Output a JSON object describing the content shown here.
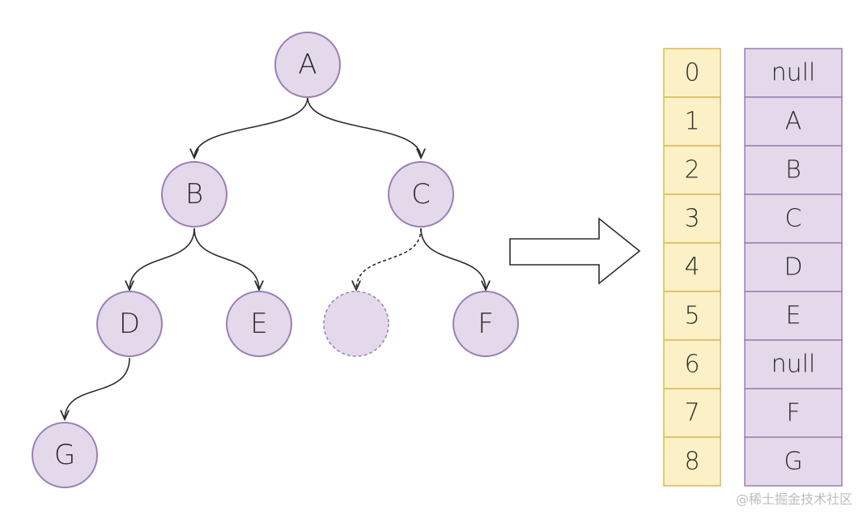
{
  "tree": {
    "nodes": [
      {
        "id": "A",
        "label": "A"
      },
      {
        "id": "B",
        "label": "B"
      },
      {
        "id": "C",
        "label": "C"
      },
      {
        "id": "D",
        "label": "D"
      },
      {
        "id": "E",
        "label": "E"
      },
      {
        "id": "F",
        "label": "F"
      },
      {
        "id": "G",
        "label": "G"
      }
    ],
    "empty_slot": "C-left-child",
    "edges": [
      {
        "from": "A",
        "to": "B"
      },
      {
        "from": "A",
        "to": "C"
      },
      {
        "from": "B",
        "to": "D"
      },
      {
        "from": "B",
        "to": "E"
      },
      {
        "from": "C",
        "to": "empty",
        "style": "dashed"
      },
      {
        "from": "C",
        "to": "F"
      },
      {
        "from": "D",
        "to": "G"
      }
    ]
  },
  "array": {
    "indices": [
      "0",
      "1",
      "2",
      "3",
      "4",
      "5",
      "6",
      "7",
      "8"
    ],
    "values": [
      "null",
      "A",
      "B",
      "C",
      "D",
      "E",
      "null",
      "F",
      "G"
    ]
  },
  "watermark": "@稀土掘金技术社区",
  "colors": {
    "node_fill": "#e4d9ea",
    "node_stroke": "#9a7fb3",
    "index_fill": "#fcf0c6",
    "index_stroke": "#d9b85a"
  }
}
